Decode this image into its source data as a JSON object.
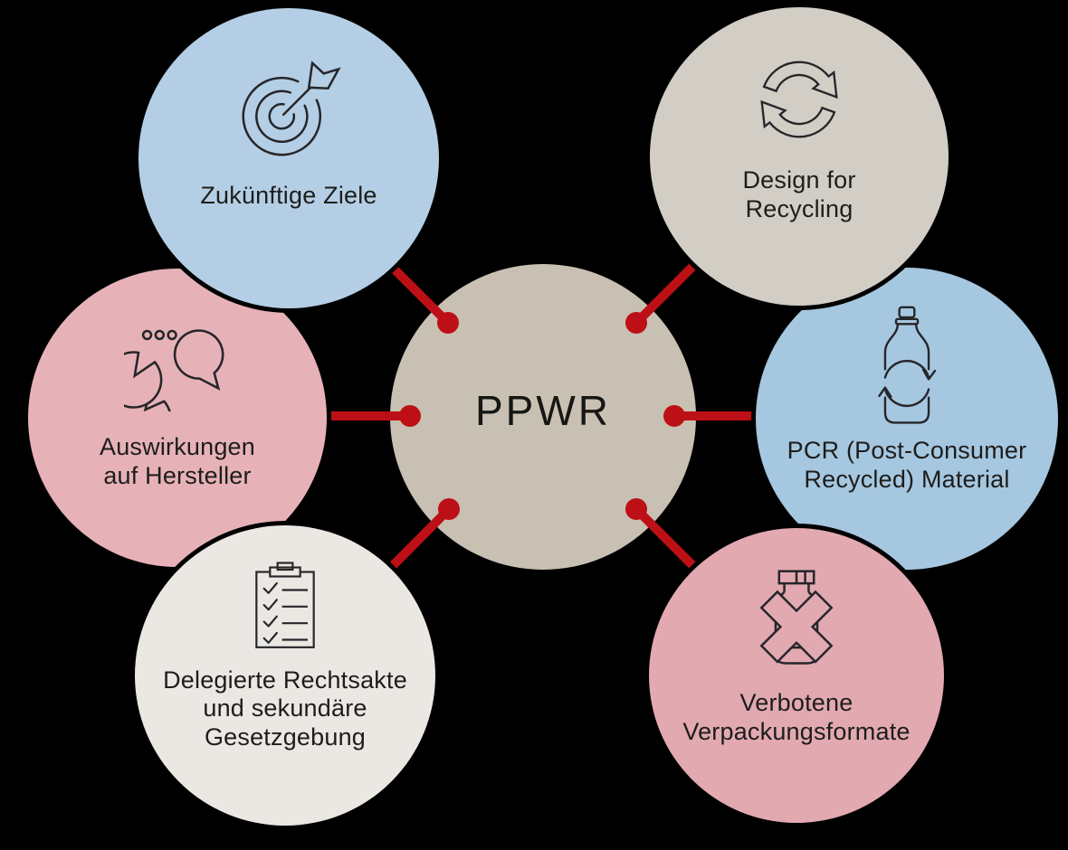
{
  "background_color": "#000000",
  "diagram": {
    "title_hint": "PPWR packaging regulation topic wheel",
    "center": {
      "label": "PPWR",
      "color": "#c8c0b2"
    },
    "connector": {
      "color": "#bd1016",
      "line_width": 10,
      "dot_radius": 12
    },
    "text_color": "#1d1d1b",
    "icon_stroke_color": "#26262a",
    "nodes": [
      {
        "id": "zukuenftige-ziele",
        "icon": "target-icon",
        "color": "#b4cfe5",
        "label": "Zukünftige Ziele",
        "lines": [
          "Zukünftige Ziele"
        ]
      },
      {
        "id": "design-for-recycling",
        "icon": "recycling-arrows-icon",
        "color": "#d2cec6",
        "label": "Design for Recycling",
        "lines": [
          "Design for",
          "Recycling"
        ]
      },
      {
        "id": "auswirkungen-auf-hersteller",
        "icon": "speech-bubbles-icon",
        "color": "#e6b2b8",
        "label": "Auswirkungen auf Hersteller",
        "lines": [
          "Auswirkungen",
          "auf Hersteller"
        ]
      },
      {
        "id": "pcr-post-consumer-recycled-material",
        "icon": "bottle-recycling-icon",
        "color": "#a6c7e0",
        "label": "PCR (Post-Consumer Recycled) Material",
        "lines": [
          "PCR (Post-Consumer",
          "Recycled) Material"
        ]
      },
      {
        "id": "delegierte-rechtsakte",
        "icon": "checklist-clipboard-icon",
        "color": "#ebe8e3",
        "label": "Delegierte Rechtsakte und sekundäre Gesetzgebung",
        "lines": [
          "Delegierte Rechtsakte",
          "und sekundäre",
          "Gesetzgebung"
        ]
      },
      {
        "id": "verbotene-verpackungsformate",
        "icon": "banned-bottle-icon",
        "color": "#e2a9b1",
        "label": "Verbotene Verpackungsformate",
        "lines": [
          "Verbotene",
          "Verpackungsformate"
        ]
      }
    ]
  }
}
